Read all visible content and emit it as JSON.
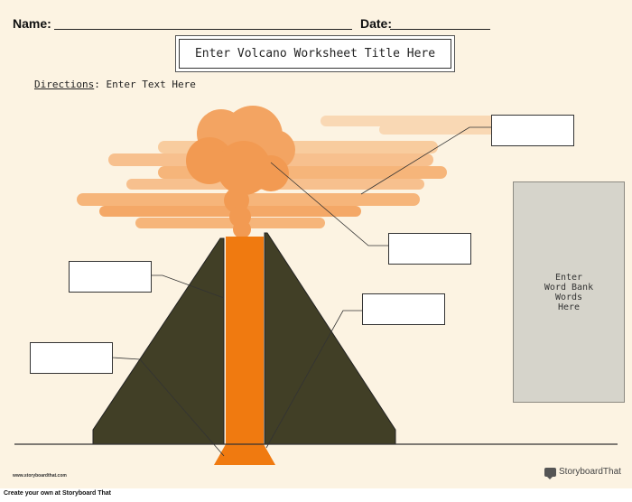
{
  "header": {
    "name_label": "Name:",
    "date_label": "Date:"
  },
  "title": "Enter Volcano Worksheet Title Here",
  "directions": {
    "label": "Directions",
    "text": ": Enter Text Here"
  },
  "word_bank": {
    "text": "Enter\nWord Bank\nWords\nHere"
  },
  "branding": {
    "site": "www.storyboardthat.com",
    "logo_text": "StoryboardThat",
    "footer": "Create your own at Storyboard That"
  },
  "colors": {
    "background": "#fcf3e2",
    "magma": "#f07a10",
    "mountain": "#413f26",
    "smoke": "#f6b57a"
  }
}
